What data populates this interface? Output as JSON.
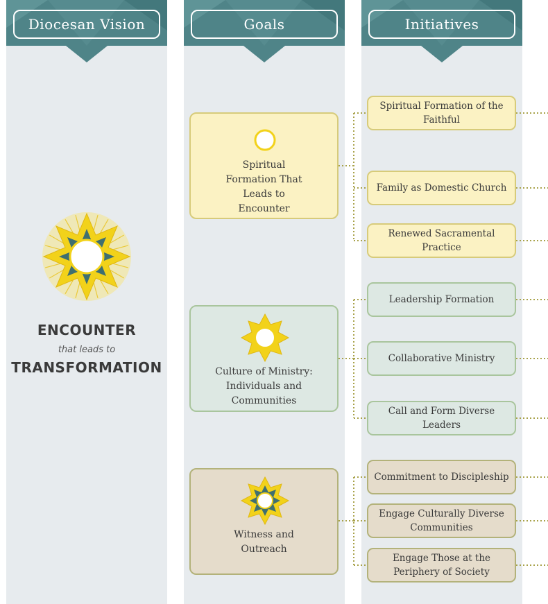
{
  "columns": {
    "vision": {
      "title": "Diocesan Vision"
    },
    "goals": {
      "title": "Goals"
    },
    "initiatives": {
      "title": "Initiatives"
    }
  },
  "vision": {
    "line1": "ENCOUNTER",
    "line2": "that leads to",
    "line3": "TRANSFORMATION"
  },
  "goals": [
    {
      "label": "Spiritual Formation That Leads to Encounter",
      "icon": "ring-icon"
    },
    {
      "label": "Culture of Ministry: Individuals and Communities",
      "icon": "sun-icon"
    },
    {
      "label": "Witness and Outreach",
      "icon": "star-icon"
    }
  ],
  "initiatives": [
    "Spiritual Formation of the Faithful",
    "Family as Domestic Church",
    "Renewed Sacramental Practice",
    "Leadership Formation",
    "Collaborative Ministry",
    "Call and Form Diverse Leaders",
    "Commitment to Discipleship",
    "Engage Culturally Diverse Communities",
    "Engage Those at the Periphery of Society"
  ],
  "colors": {
    "header_teal": "#4f8488",
    "goal1_fill": "#fbf2c3",
    "goal2_fill": "#dde8e3",
    "goal3_fill": "#e5dccb",
    "connector": "#a8a24a",
    "star_yellow": "#f2d21a"
  }
}
